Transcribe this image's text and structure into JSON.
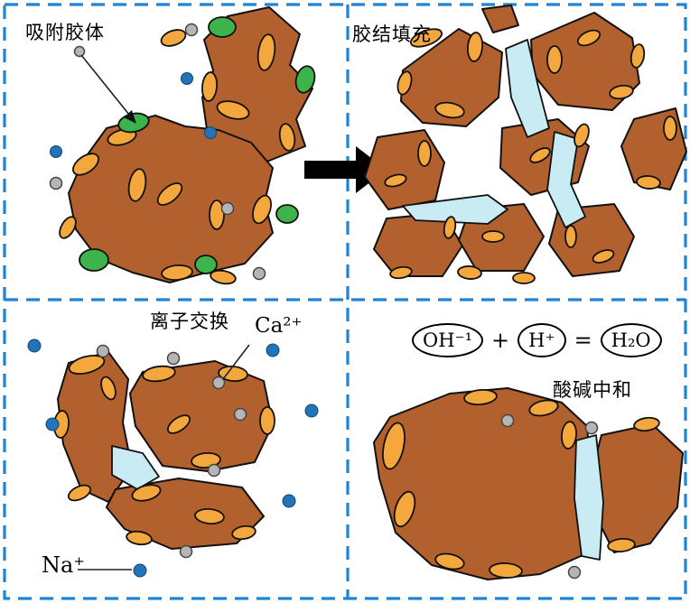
{
  "colors": {
    "brown": "#b2612e",
    "orange": "#f4a73c",
    "green": "#3db44b",
    "cyan": "#c9ecf4",
    "blue": "#2273ba",
    "gray": "#b5b5b5",
    "border": "#1d84d8",
    "outline": "#111111"
  },
  "panels": {
    "top_left": {
      "label": "吸附胶体"
    },
    "top_right": {
      "label": "胶结填充"
    },
    "bottom_left": {
      "label": "离子交换",
      "ca_ion": "Ca²⁺",
      "na_ion": "Na⁺"
    },
    "bottom_right": {
      "label": "酸碱中和",
      "equation": {
        "term1": "OH⁻¹",
        "op1": "+",
        "term2": "H⁺",
        "op2": "=",
        "term3": "H₂O"
      }
    }
  }
}
